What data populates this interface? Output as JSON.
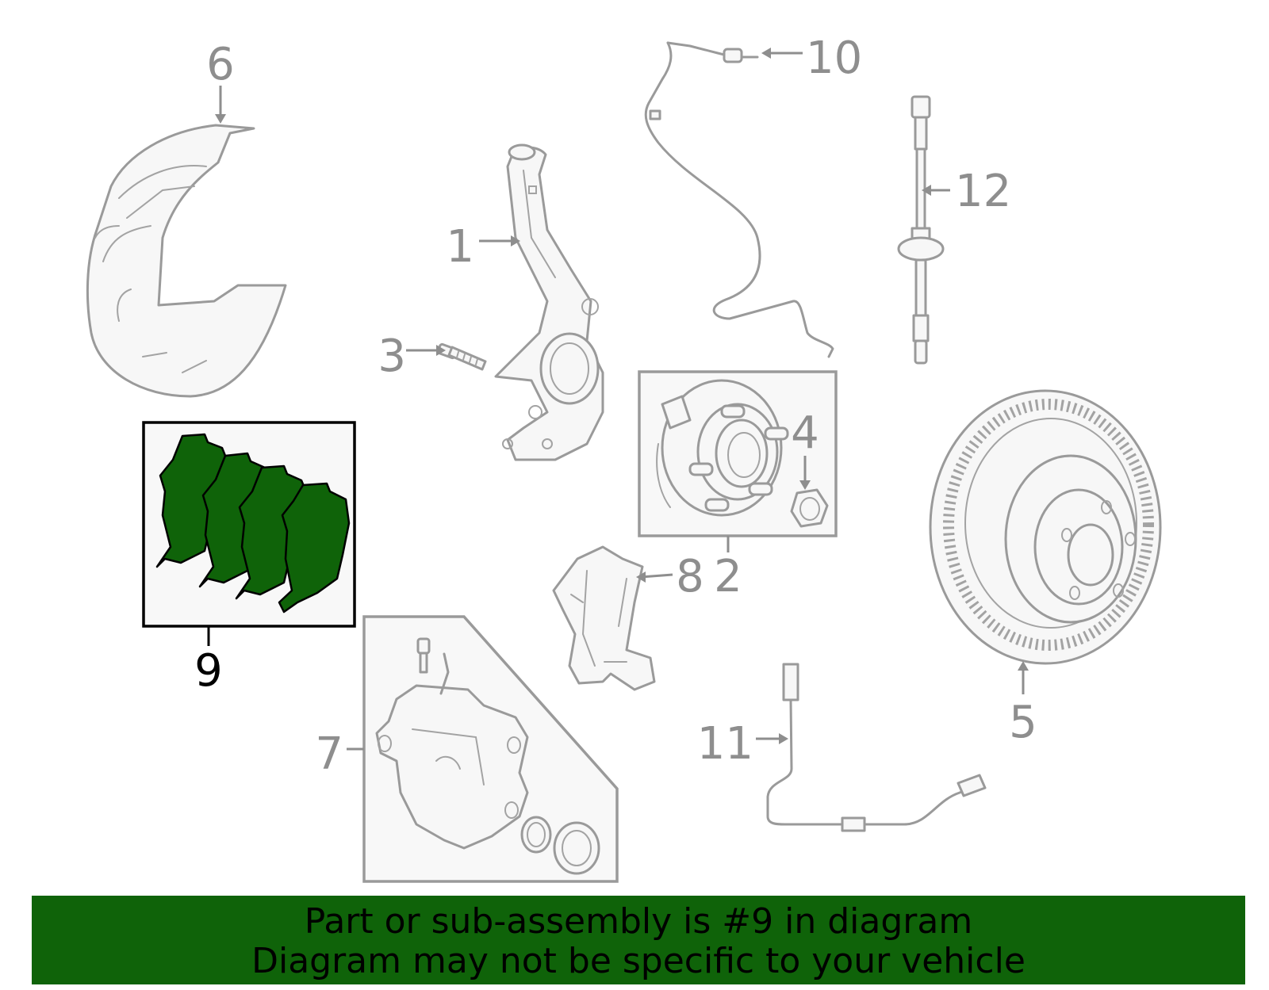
{
  "highlight_color": "#0f6309",
  "part_color": "#9a9a9a",
  "callouts": [
    "1",
    "2",
    "3",
    "4",
    "5",
    "6",
    "7",
    "8",
    "9",
    "10",
    "11",
    "12"
  ],
  "highlighted_callout": "9",
  "banner": {
    "line1": "Part or sub-assembly is #9 in diagram",
    "line2": "Diagram may not be specific to your vehicle"
  }
}
